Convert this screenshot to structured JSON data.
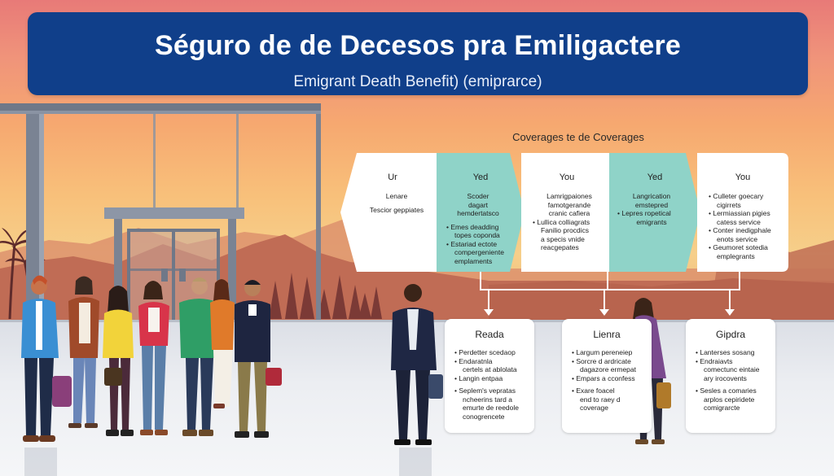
{
  "header": {
    "title": "Séguro de de Decesos pra Emiligactere",
    "subtitle": "Emigrant Death Benefit) (emiprarce)"
  },
  "coverage": {
    "heading": "Coverages te de Coverages",
    "cards": [
      {
        "title": "Ur",
        "lines": [
          {
            "t": "Lenare",
            "b": false
          },
          {
            "t": "",
            "gap": true
          },
          {
            "t": "Tescior geppiates",
            "b": false
          }
        ]
      },
      {
        "title": "Yed",
        "lines": [
          {
            "t": "Scoder",
            "b": false
          },
          {
            "t": "dagart",
            "b": false
          },
          {
            "t": "hemdertatsco",
            "b": false
          },
          {
            "t": "",
            "gap": true
          },
          {
            "t": "Emes deadding",
            "b": true
          },
          {
            "t": "topes coponda",
            "b": false
          },
          {
            "t": "Estariad ectote",
            "b": true
          },
          {
            "t": "compergeniente",
            "b": false
          },
          {
            "t": "emplaments",
            "b": false
          }
        ]
      },
      {
        "title": "You",
        "lines": [
          {
            "t": "Lamrigpaiones",
            "b": false
          },
          {
            "t": "famotgerande",
            "b": false
          },
          {
            "t": "cranic cafiera",
            "b": false
          },
          {
            "t": "Lullica colliagrats",
            "b": true
          },
          {
            "t": "Fanilio procdics",
            "b": false
          },
          {
            "t": "a specis vnide",
            "b": false
          },
          {
            "t": "reacgepates",
            "b": false
          }
        ]
      },
      {
        "title": "Yed",
        "lines": [
          {
            "t": "Langrication",
            "b": false
          },
          {
            "t": "emstepred",
            "b": false
          },
          {
            "t": "Lepres ropetical",
            "b": true
          },
          {
            "t": "emigrants",
            "b": false
          }
        ]
      },
      {
        "title": "You",
        "lines": [
          {
            "t": "Culleter goecary",
            "b": true
          },
          {
            "t": "cigirrets",
            "b": false
          },
          {
            "t": "Lermiassian pigies",
            "b": true
          },
          {
            "t": "catess service",
            "b": false
          },
          {
            "t": "Conter inedigphale",
            "b": true
          },
          {
            "t": "enots service",
            "b": false
          },
          {
            "t": "Geumoret sotedia",
            "b": true
          },
          {
            "t": "emplegrants",
            "b": false
          }
        ]
      }
    ]
  },
  "results": [
    {
      "title": "Reada",
      "lines": [
        {
          "t": "Perdetter scedaop",
          "b": true
        },
        {
          "t": "Endaratnla",
          "b": true
        },
        {
          "t": "certels at ablolata",
          "b": false
        },
        {
          "t": "Langin entpaa",
          "b": true
        },
        {
          "t": "",
          "gap": true
        },
        {
          "t": "Seplem's vepratas",
          "b": true
        },
        {
          "t": "ncheerins tard a",
          "b": false
        },
        {
          "t": "emurte de reedole",
          "b": false
        },
        {
          "t": "conogrencete",
          "b": false
        }
      ]
    },
    {
      "title": "Lienra",
      "lines": [
        {
          "t": "Largum pereneiep",
          "b": true
        },
        {
          "t": "Sorcre d ardricate",
          "b": true
        },
        {
          "t": "dagazore ermepat",
          "b": false
        },
        {
          "t": "Empars a cconfess",
          "b": true
        },
        {
          "t": "",
          "gap": true
        },
        {
          "t": "Exare foacel",
          "b": true
        },
        {
          "t": "end to raey d",
          "b": false
        },
        {
          "t": "coverage",
          "b": false
        }
      ]
    },
    {
      "title": "Gipdra",
      "lines": [
        {
          "t": "Lanterses sosang",
          "b": true
        },
        {
          "t": "Endraiavts",
          "b": true
        },
        {
          "t": "comectunc eintaie",
          "b": false
        },
        {
          "t": "ary irocovents",
          "b": false
        },
        {
          "t": "",
          "gap": true
        },
        {
          "t": "Sesles a comaries",
          "b": true
        },
        {
          "t": "arplos cepiridete",
          "b": false
        },
        {
          "t": "comigrarcte",
          "b": false
        }
      ]
    }
  ],
  "colors": {
    "banner": "#103f8a",
    "teal": "#8fd3c8",
    "card_white": "#ffffff"
  }
}
